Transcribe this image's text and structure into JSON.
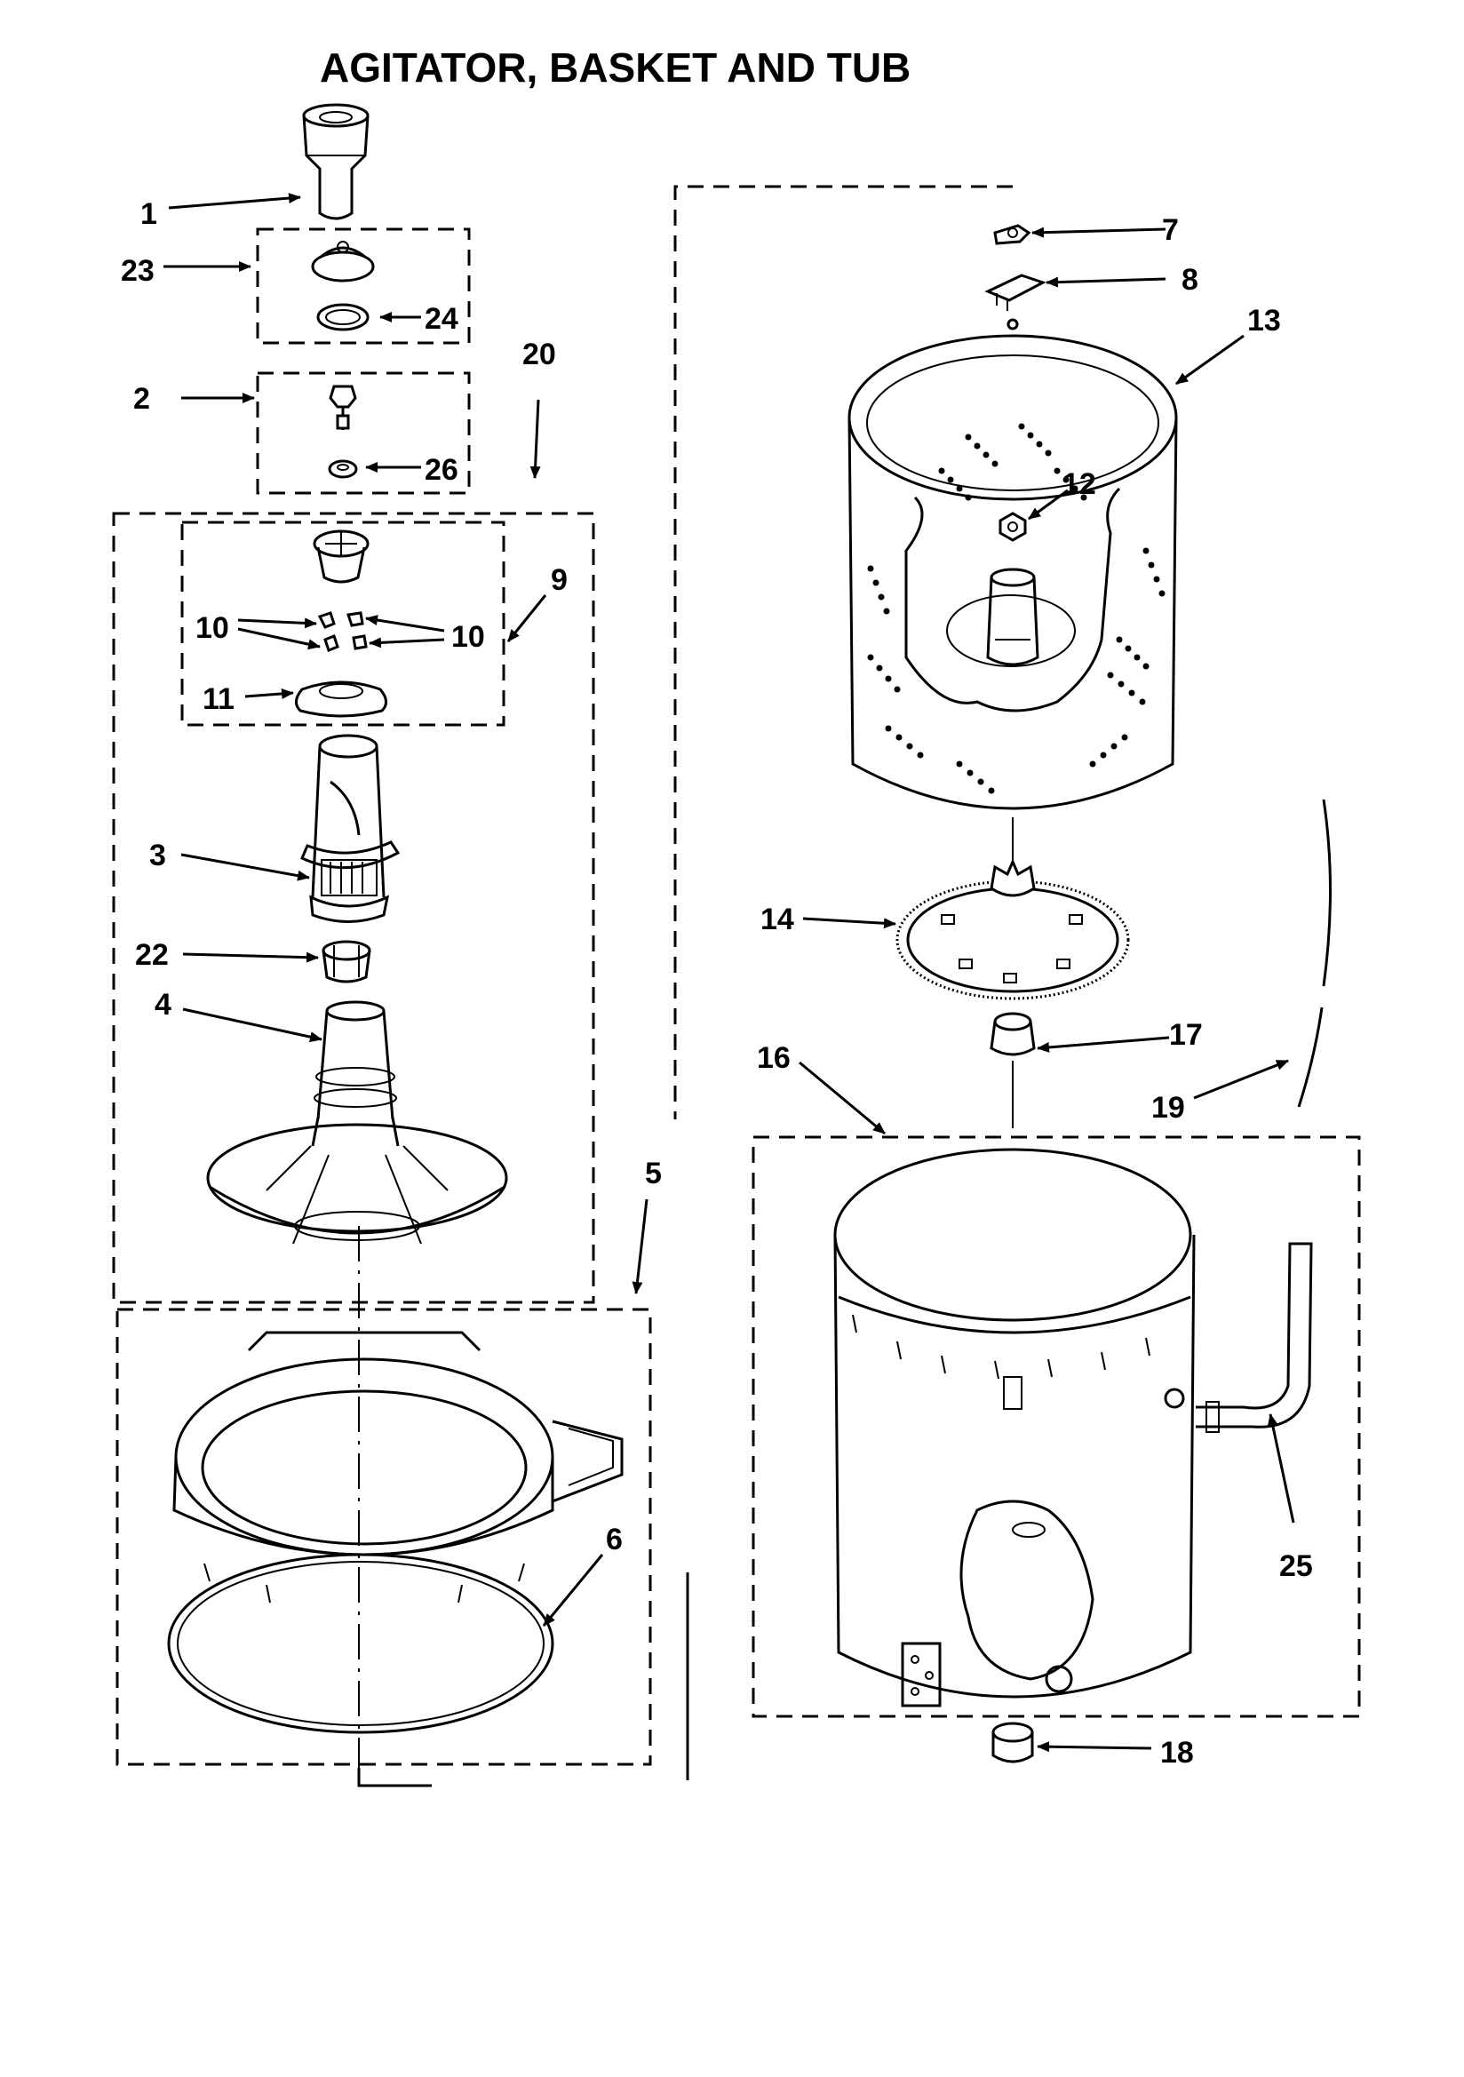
{
  "title": "AGITATOR, BASKET AND TUB",
  "callouts": {
    "c1": "1",
    "c2": "2",
    "c3": "3",
    "c4": "4",
    "c5": "5",
    "c6": "6",
    "c7": "7",
    "c8": "8",
    "c9": "9",
    "c10a": "10",
    "c10b": "10",
    "c11": "11",
    "c12": "12",
    "c13": "13",
    "c14": "14",
    "c16": "16",
    "c17": "17",
    "c18": "18",
    "c19": "19",
    "c20": "20",
    "c22": "22",
    "c23": "23",
    "c24": "24",
    "c25": "25",
    "c26": "26"
  }
}
